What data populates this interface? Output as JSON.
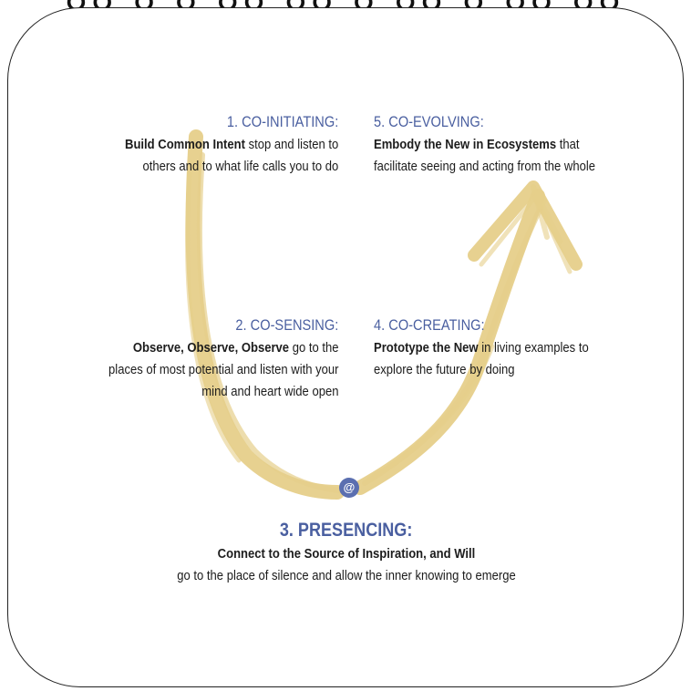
{
  "top_partial_text": "ʊʊ ʊ ʊ ʊʊ ʊʊ ʊ ʊʊ ʊ ʊʊ ʊʊ",
  "colors": {
    "heading": "#4a5fa0",
    "stroke": "#e6cf8a",
    "text": "#1c1c1c"
  },
  "steps": {
    "co_initiating": {
      "heading": "1. CO-INITIATING:",
      "bold": "Build Common Intent",
      "line1_rest": " stop and listen to",
      "line2": "others and to what life calls you to do"
    },
    "co_sensing": {
      "heading": "2. CO-SENSING:",
      "bold": "Observe, Observe, Observe",
      "line1_rest": " go to the",
      "line2": "places of most potential and listen with your",
      "line3": "mind and heart wide open"
    },
    "presencing": {
      "heading": "3. PRESENCING:",
      "line1": "Connect to the Source of Inspiration, and Will",
      "line2": "go to the place of silence and allow the inner knowing to emerge"
    },
    "co_creating": {
      "heading": "4. CO-CREATING:",
      "bold": "Prototype the New",
      "line1_rest": " in living examples to",
      "line2": "explore the future by doing"
    },
    "co_evolving": {
      "heading": "5. CO-EVOLVING:",
      "bold": "Embody the New in Ecosystems",
      "line1_rest": " that",
      "line2": "facilitate seeing and acting from the whole"
    }
  },
  "center_symbol_icon": "presencing-symbol-icon"
}
